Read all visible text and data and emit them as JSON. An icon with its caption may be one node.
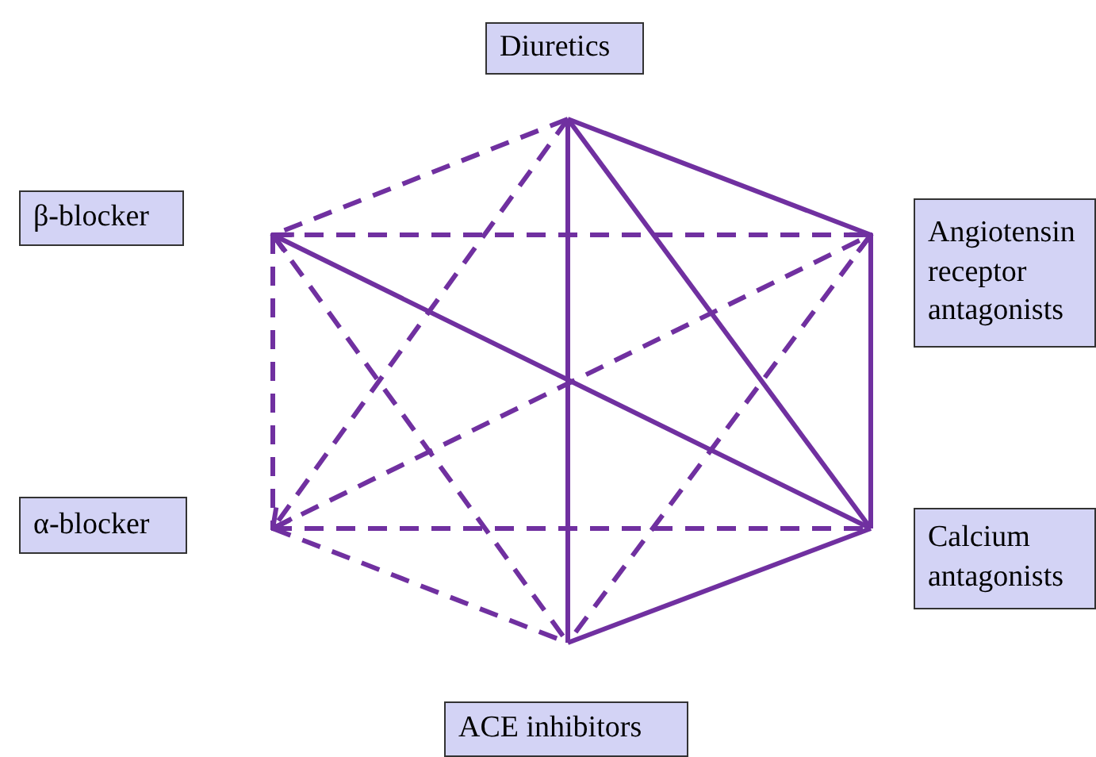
{
  "diagram": {
    "nodes": [
      {
        "text": [
          "Diuretics"
        ]
      },
      {
        "text": [
          "β-blocker"
        ]
      },
      {
        "text": [
          "Angiotensin receptor antagonists"
        ]
      },
      {
        "text": [
          "α-blocker"
        ]
      },
      {
        "text": [
          "Calcium antagonists"
        ]
      },
      {
        "text": [
          "ACE inhibitors"
        ]
      }
    ],
    "edges": [
      {
        "from": 0,
        "to": 2,
        "arrow": "none"
      },
      {
        "from": 0,
        "to": 4,
        "arrow": "none"
      },
      {
        "from": 0,
        "to": 5,
        "arrow": "none"
      },
      {
        "from": 4,
        "to": 1,
        "arrow": "to"
      },
      {
        "from": 2,
        "to": 4,
        "arrow": "none"
      },
      {
        "from": 4,
        "to": 5,
        "arrow": "none"
      },
      {
        "from": 0,
        "to": 1,
        "arrow": "none",
        "style": "dashed"
      },
      {
        "from": 0,
        "to": 3,
        "arrow": "to",
        "style": "dashed"
      },
      {
        "from": 1,
        "to": 2,
        "arrow": "none",
        "style": "dashed"
      },
      {
        "from": 1,
        "to": 3,
        "arrow": "none",
        "style": "dashed"
      },
      {
        "from": 1,
        "to": 5,
        "arrow": "none",
        "style": "dashed"
      },
      {
        "from": 3,
        "to": 2,
        "arrow": "to",
        "style": "dashed"
      },
      {
        "from": 3,
        "to": 4,
        "arrow": "none",
        "style": "dashed"
      },
      {
        "from": 3,
        "to": 5,
        "arrow": "none",
        "style": "dashed"
      },
      {
        "from": 2,
        "to": 5,
        "arrow": "none",
        "style": "dashed"
      }
    ]
  }
}
